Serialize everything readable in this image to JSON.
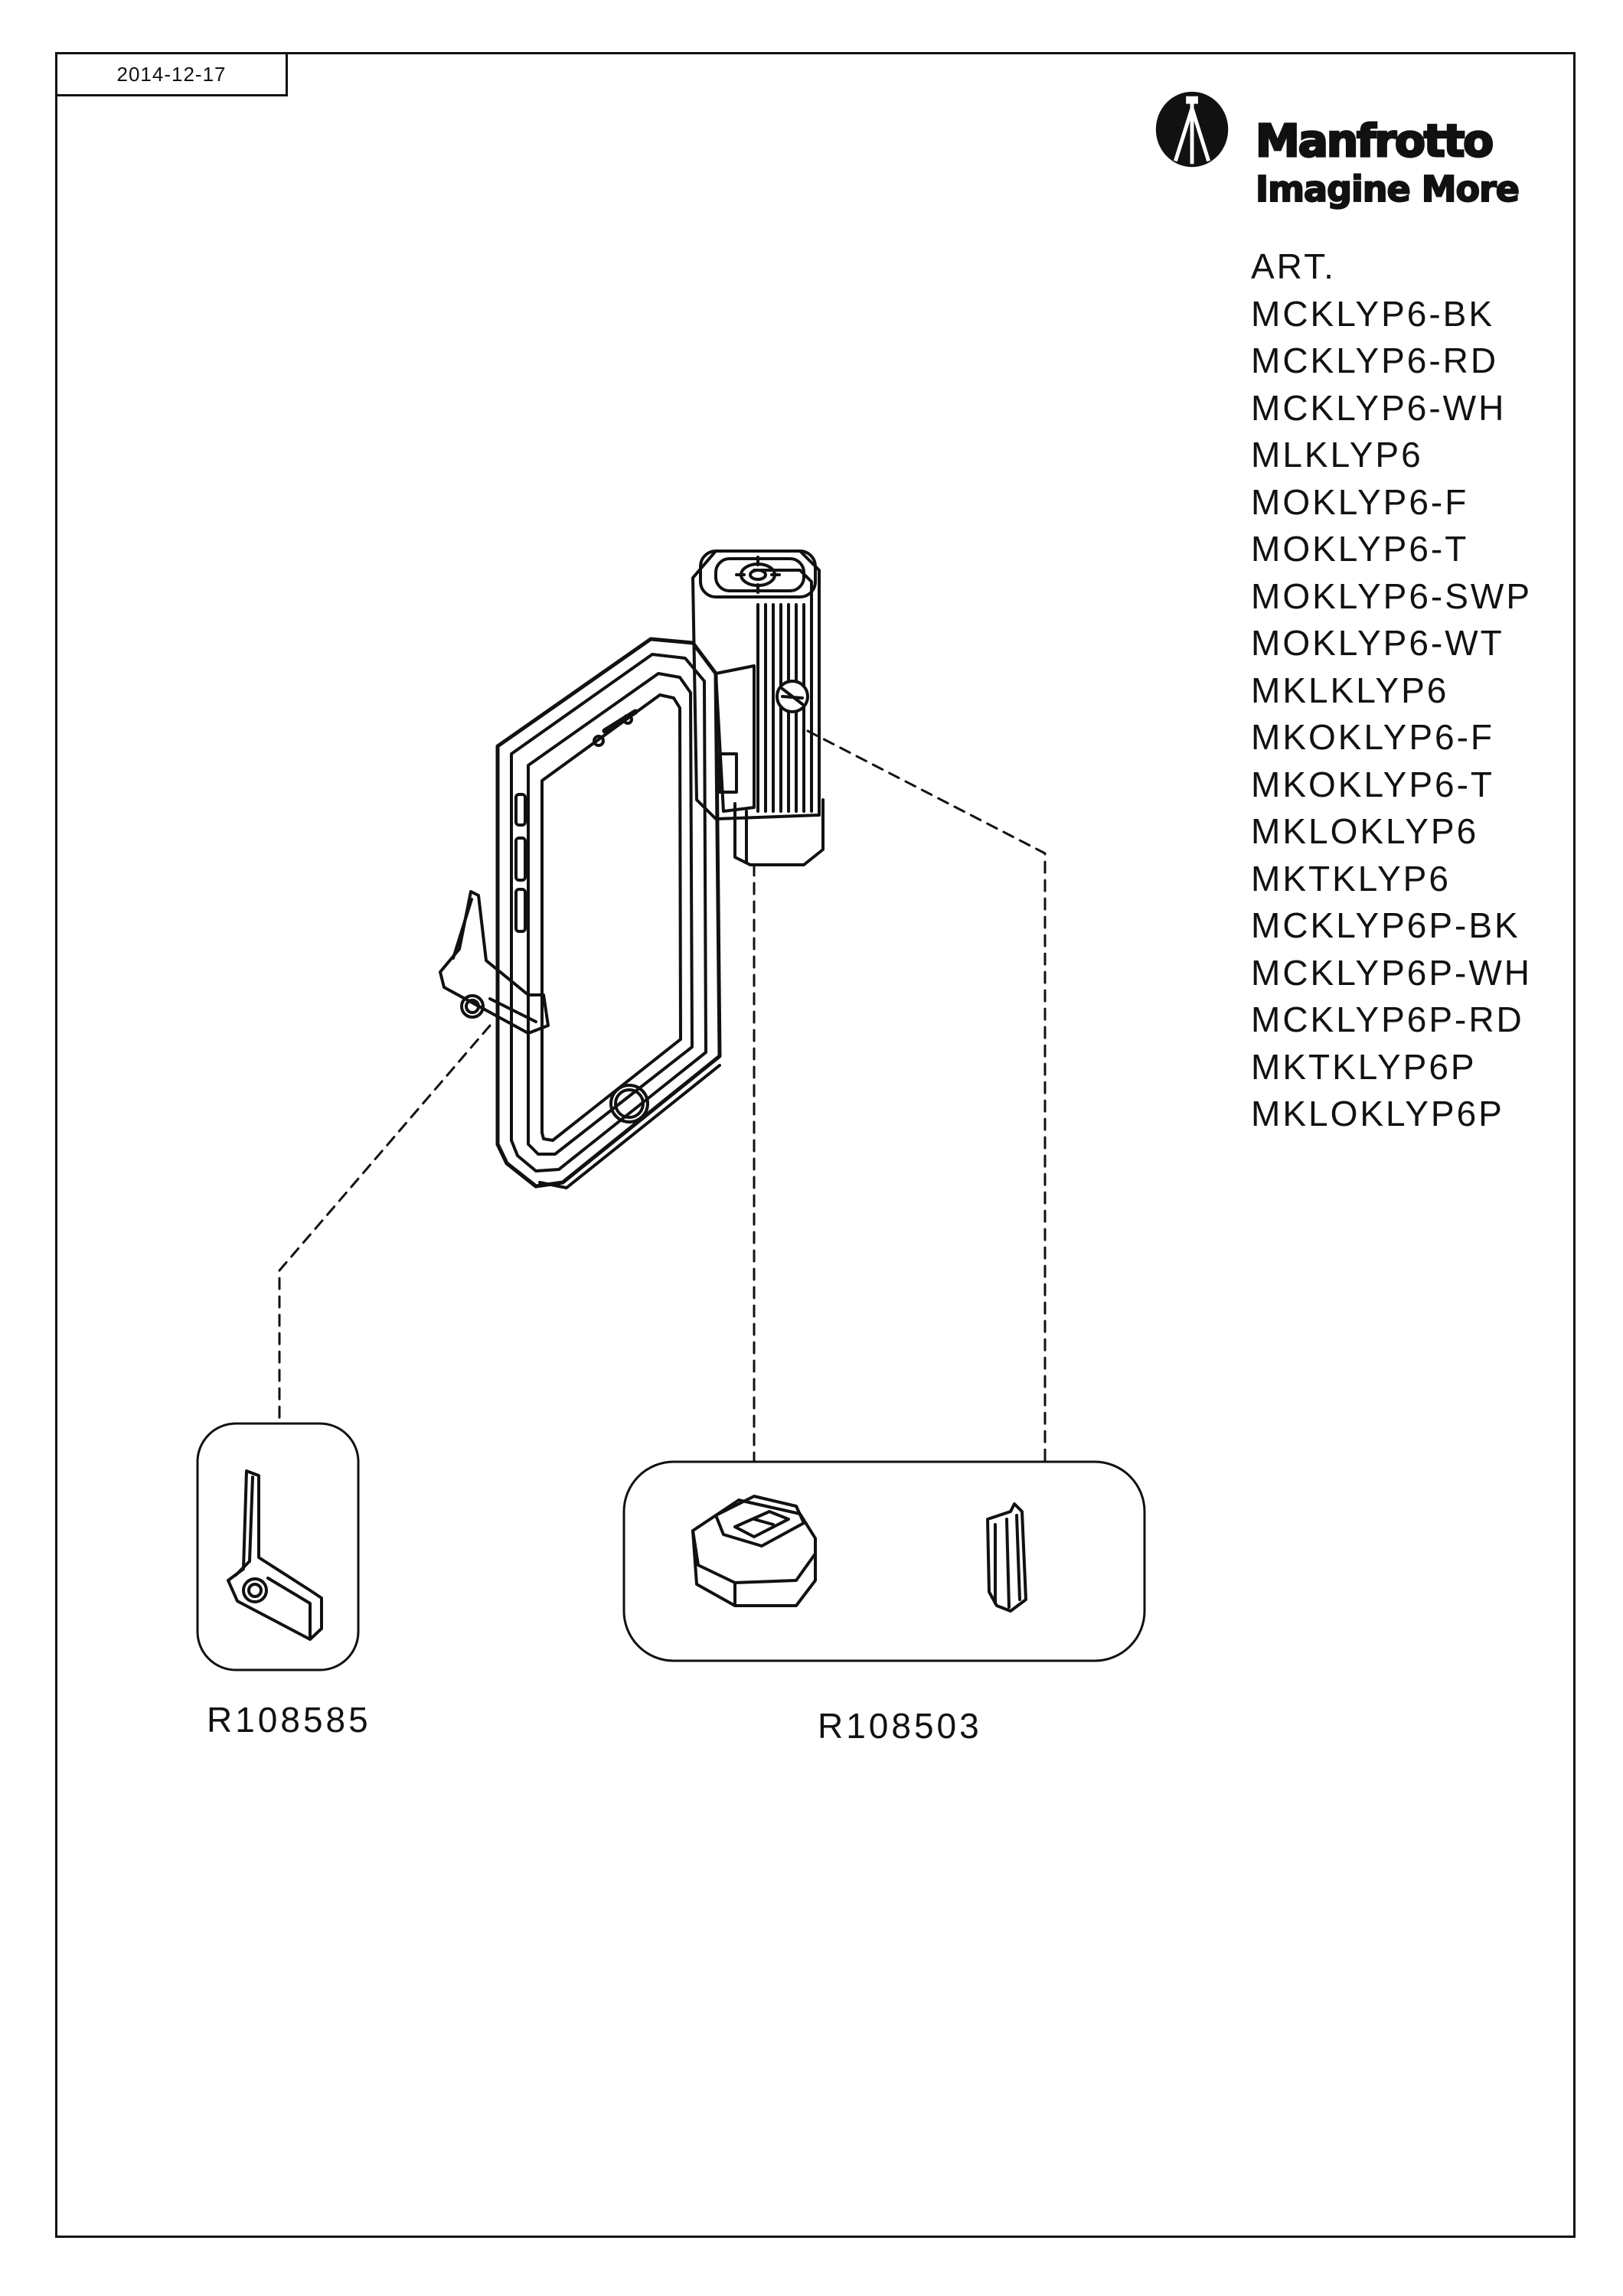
{
  "header": {
    "date": "2014-12-17"
  },
  "brand": {
    "name": "Manfrotto",
    "tagline": "Imagine More",
    "logo_icon": "manfrotto-tripod-logo"
  },
  "article": {
    "heading": "ART.",
    "codes": [
      "MCKLYP6-BK",
      "MCKLYP6-RD",
      "MCKLYP6-WH",
      "MLKLYP6",
      "MOKLYP6-F",
      "MOKLYP6-T",
      "MOKLYP6-SWP",
      "MOKLYP6-WT",
      "MKLKLYP6",
      "MKOKLYP6-F",
      "MKOKLYP6-T",
      "MKLOKLYP6",
      "MKTKLYP6",
      "MCKLYP6P-BK",
      "MCKLYP6P-WH",
      "MCKLYP6P-RD",
      "MKTKLYP6P",
      "MKLOKLYP6P"
    ]
  },
  "parts": [
    {
      "code": "R108585",
      "icon": "phone-clip-hook-icon"
    },
    {
      "code": "R108503",
      "icon": "shoe-mount-and-adapter-icon"
    }
  ]
}
